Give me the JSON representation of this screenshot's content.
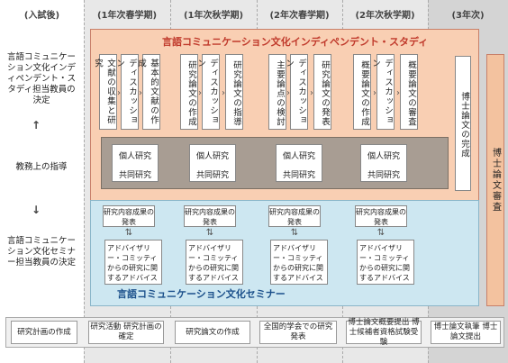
{
  "phases": [
    "(入試後)",
    "(1年次春学期)",
    "(1年次秋学期)",
    "(2年次春学期)",
    "(2年次秋学期)",
    "(3年次)"
  ],
  "left_labels": {
    "top": "言語コミュニケーション文化インディペンデント・スタディ担当教員の決定",
    "middle": "教務上の指導",
    "bottom": "言語コミュニケーション文化セミナー担当教員の決定"
  },
  "independent_study_title": "言語コミュニケーション文化インディペンデント・スタディ",
  "seminar_title": "言語コミュニケーション文化セミナー",
  "study_boxes": [
    [
      "文献の収集と研究",
      "ディスカッション",
      "基本的文献の作成"
    ],
    [
      "研究論文の作成",
      "ディスカッション",
      "研究論文の指導"
    ],
    [
      "主要論点の検討",
      "ディスカッション",
      "研究論文の発表"
    ],
    [
      "概要論文の作成",
      "ディスカッション",
      "概要論文の審査"
    ]
  ],
  "doctoral_thesis_completion": "博士論文の完成",
  "individual_research": "個人研究",
  "joint_research": "共同研究",
  "research_presentation": "研究内容成果の発表",
  "advisory": "アドバイザリー・コミッティからの研究に関するアドバイス",
  "doctoral_review": "博士論文審査",
  "bottom_row": [
    "研究計画の作成",
    "研究活動 研究計画の確定",
    "研究論文の作成",
    "全国的学会での研究発表",
    "博士論文概要提出 博士候補者資格試験受験",
    "博士論文執筆 博士論文提出"
  ]
}
